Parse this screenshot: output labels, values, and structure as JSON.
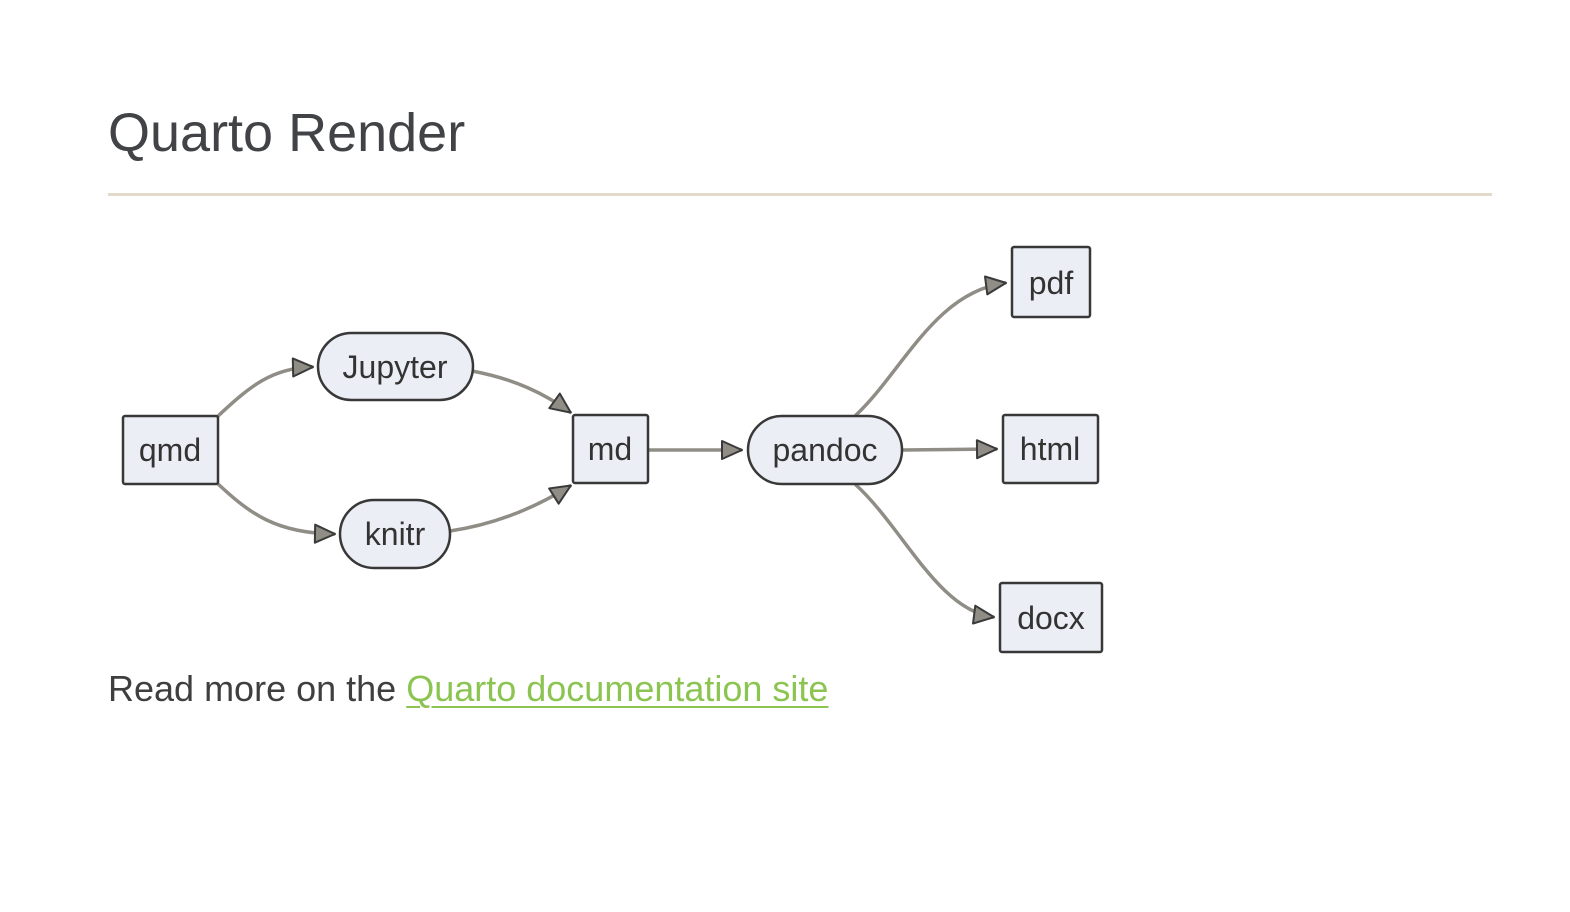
{
  "page": {
    "title": "Quarto Render"
  },
  "diagram": {
    "type": "flowchart",
    "direction": "left-to-right",
    "nodes": [
      {
        "id": "qmd",
        "label": "qmd",
        "shape": "rect"
      },
      {
        "id": "jupyter",
        "label": "Jupyter",
        "shape": "stadium"
      },
      {
        "id": "knitr",
        "label": "knitr",
        "shape": "stadium"
      },
      {
        "id": "md",
        "label": "md",
        "shape": "rect"
      },
      {
        "id": "pandoc",
        "label": "pandoc",
        "shape": "stadium"
      },
      {
        "id": "pdf",
        "label": "pdf",
        "shape": "rect"
      },
      {
        "id": "html",
        "label": "html",
        "shape": "rect"
      },
      {
        "id": "docx",
        "label": "docx",
        "shape": "rect"
      }
    ],
    "edges": [
      {
        "from": "qmd",
        "to": "jupyter"
      },
      {
        "from": "qmd",
        "to": "knitr"
      },
      {
        "from": "jupyter",
        "to": "md"
      },
      {
        "from": "knitr",
        "to": "md"
      },
      {
        "from": "md",
        "to": "pandoc"
      },
      {
        "from": "pandoc",
        "to": "pdf"
      },
      {
        "from": "pandoc",
        "to": "html"
      },
      {
        "from": "pandoc",
        "to": "docx"
      }
    ],
    "colors": {
      "node_fill": "#EBEEF4",
      "node_border": "#383838",
      "edge": "#8F8D85",
      "node_text": "#333333"
    }
  },
  "footer": {
    "prefix": "Read more on the",
    "link_label": "Quarto documentation site",
    "link_color": "#8CC452"
  }
}
